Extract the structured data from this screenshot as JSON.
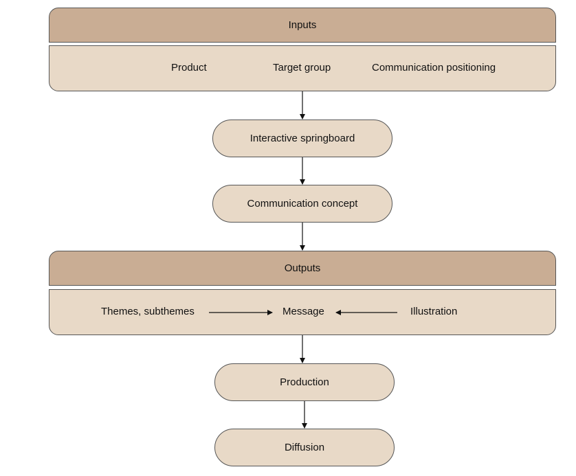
{
  "inputs": {
    "title": "Inputs",
    "items": [
      "Product",
      "Target group",
      "Communication positioning"
    ]
  },
  "steps": {
    "springboard": "Interactive springboard",
    "concept": "Communication concept"
  },
  "outputs": {
    "title": "Outputs",
    "left": "Themes, subthemes",
    "center": "Message",
    "right": "Illustration"
  },
  "final_steps": {
    "production": "Production",
    "diffusion": "Diffusion"
  },
  "colors": {
    "header_fill": "#c9ad94",
    "body_fill": "#e8d9c7",
    "stroke": "#555555"
  }
}
